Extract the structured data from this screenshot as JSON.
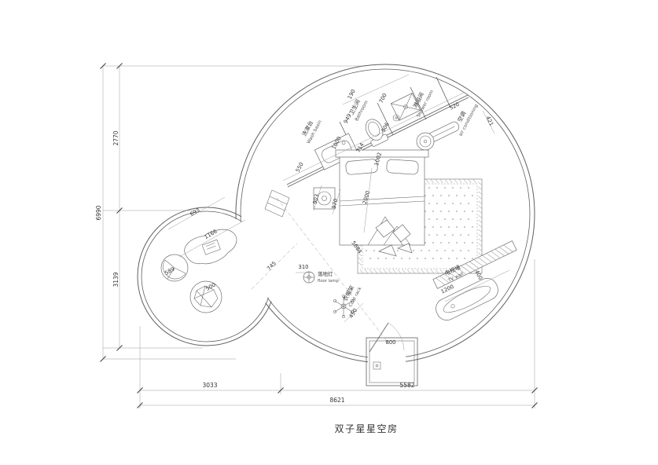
{
  "title": "双子星星空房",
  "colors": {
    "line": "#5f5f5f",
    "text": "#333333",
    "background": "#ffffff"
  },
  "labels": {
    "wash_basin_zh": "洗漱台",
    "wash_basin_en": "Wash basin",
    "bathroom_zh": "卫生间",
    "bathroom_en": "Bathroom",
    "shower_zh": "淋浴间",
    "shower_en": "Shower room",
    "ac_zh": "空调",
    "ac_en": "air conditioning",
    "floor_lamp_zh": "落地灯",
    "floor_lamp_en": "floor lamp",
    "coat_rack_zh": "衣帽架",
    "coat_rack_en": "Coat rack",
    "tv_wall_zh": "电视墙",
    "tv_wall_en": "TV wall"
  },
  "overall_dims": {
    "left_upper": "2770",
    "left_lower": "3139",
    "left_total": "6990",
    "bottom_left": "3033",
    "bottom_right": "5582",
    "bottom_total": "8621"
  },
  "interior_dims": {
    "shower_a": "190",
    "shower_b": "700",
    "bath_a": "949",
    "bath_b": "906",
    "basin_a": "550",
    "basin_b": "1000",
    "basin_c": "714",
    "bed_head": "1002",
    "bed_side_a": "903",
    "bed_side_b": "970",
    "bed_length": "2000",
    "room_diagonal": "5684",
    "passage": "745",
    "tea_table_a": "693",
    "tea_table_b": "1166",
    "stool_small": "589",
    "stool_large": "500",
    "floor_lamp_offset": "310",
    "coat_rack_width": "450",
    "tv_wall_length": "1200",
    "tv_wall_depth": "400",
    "door_width": "800",
    "ac_side_a": "421",
    "ac_side_b": "520"
  }
}
